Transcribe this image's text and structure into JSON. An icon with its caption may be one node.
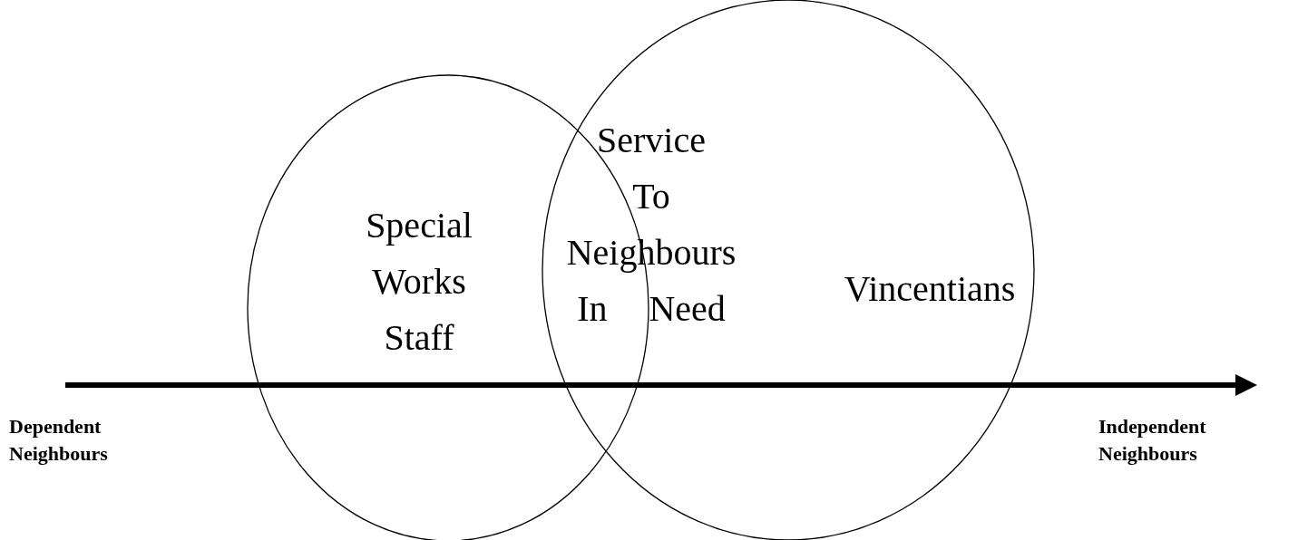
{
  "diagram": {
    "nodes": [
      {
        "text": [
          "Special Works Staff"
        ]
      },
      {
        "text": [
          "Vincentians"
        ]
      }
    ],
    "labels": [
      "Service To Neighbours In Need",
      "Dependent Neighbours",
      "Independent Neighbours"
    ]
  }
}
